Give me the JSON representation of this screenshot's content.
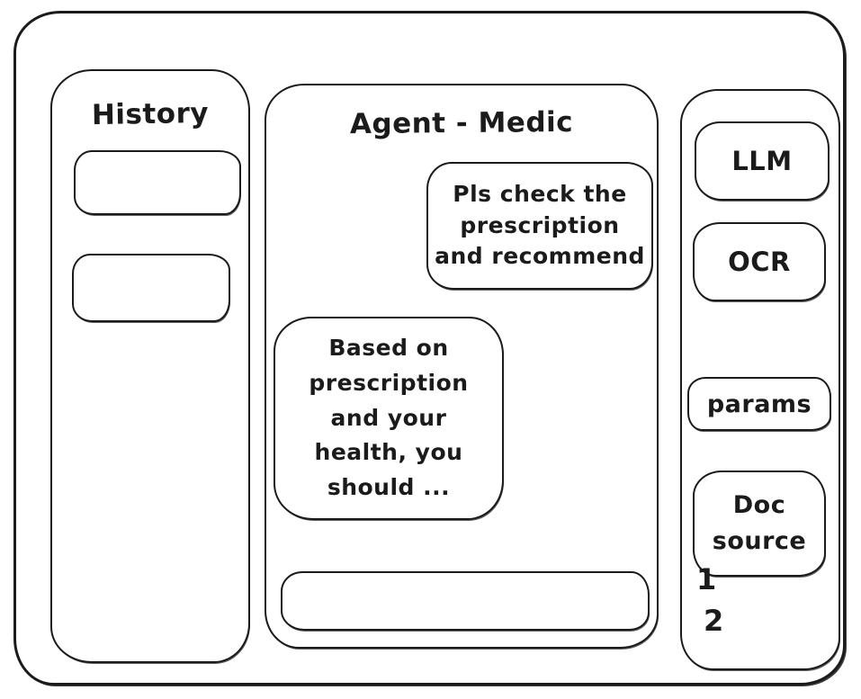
{
  "colors": {
    "stroke": "#1b1b1b",
    "background": "#ffffff"
  },
  "sidebar_left": {
    "title": "History",
    "items": [
      {
        "label": ""
      },
      {
        "label": ""
      }
    ]
  },
  "chat": {
    "title": "Agent - Medic",
    "messages": [
      {
        "role": "user",
        "text": "Pls check the\nprescription\nand recommend"
      },
      {
        "role": "assistant",
        "text": "Based on\nprescription\nand your\nhealth, you\nshould ..."
      }
    ],
    "input": {
      "value": ""
    }
  },
  "sidebar_right": {
    "buttons": [
      {
        "label": "LLM"
      },
      {
        "label": "OCR"
      },
      {
        "label": "params"
      },
      {
        "label": "Doc\nsource"
      }
    ],
    "doc_numbers": [
      "1",
      "2"
    ]
  }
}
